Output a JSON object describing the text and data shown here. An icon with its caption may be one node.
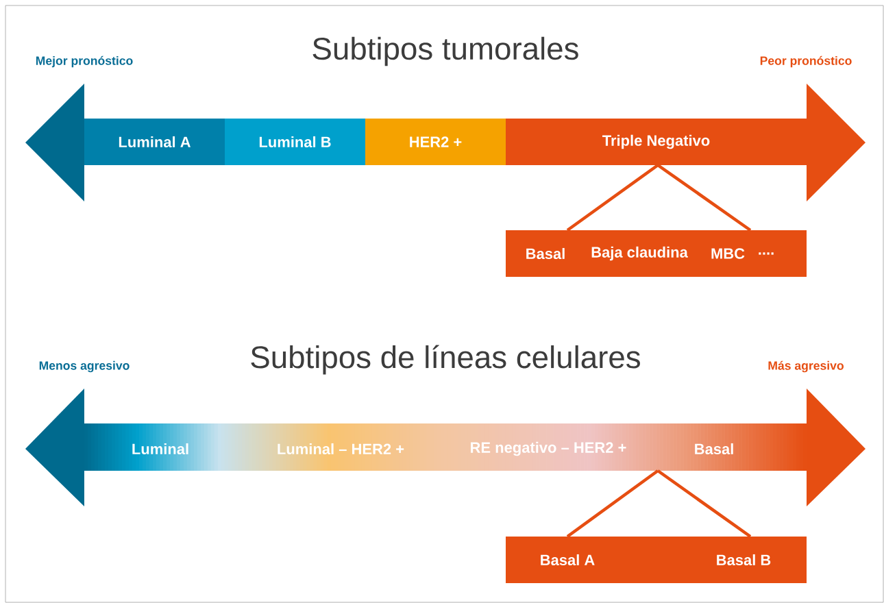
{
  "diagram": {
    "nodes": [
      {
        "text": [
          "Luminal A"
        ]
      },
      {
        "text": [
          "Luminal B"
        ]
      },
      {
        "text": [
          "HER2 +"
        ]
      },
      {
        "text": [
          "Triple Negativo"
        ]
      },
      {
        "text": [
          "Basal",
          "Baja claudina",
          "MBC",
          "...."
        ]
      },
      {
        "text": [],
        "shape": "bar"
      },
      {
        "text": [
          "Luminal"
        ],
        "in": 5
      },
      {
        "text": [
          "Luminal – HER2 +"
        ],
        "in": 5
      },
      {
        "text": [
          "RE negativo – HER2 +"
        ],
        "in": 5
      },
      {
        "text": [
          "Basal"
        ],
        "in": 5
      },
      {
        "text": [
          "Basal A",
          "Basal B"
        ]
      }
    ],
    "edges": [
      {
        "from": 3,
        "to": 4,
        "arrow": "none"
      },
      {
        "from": 5,
        "to": 10,
        "arrow": "none"
      }
    ],
    "labels": [
      "Mejor pronóstico",
      "Subtipos tumorales",
      "Peor pronóstico",
      "Menos agresivo",
      "Subtipos de líneas celulares",
      "Más agresivo"
    ]
  }
}
